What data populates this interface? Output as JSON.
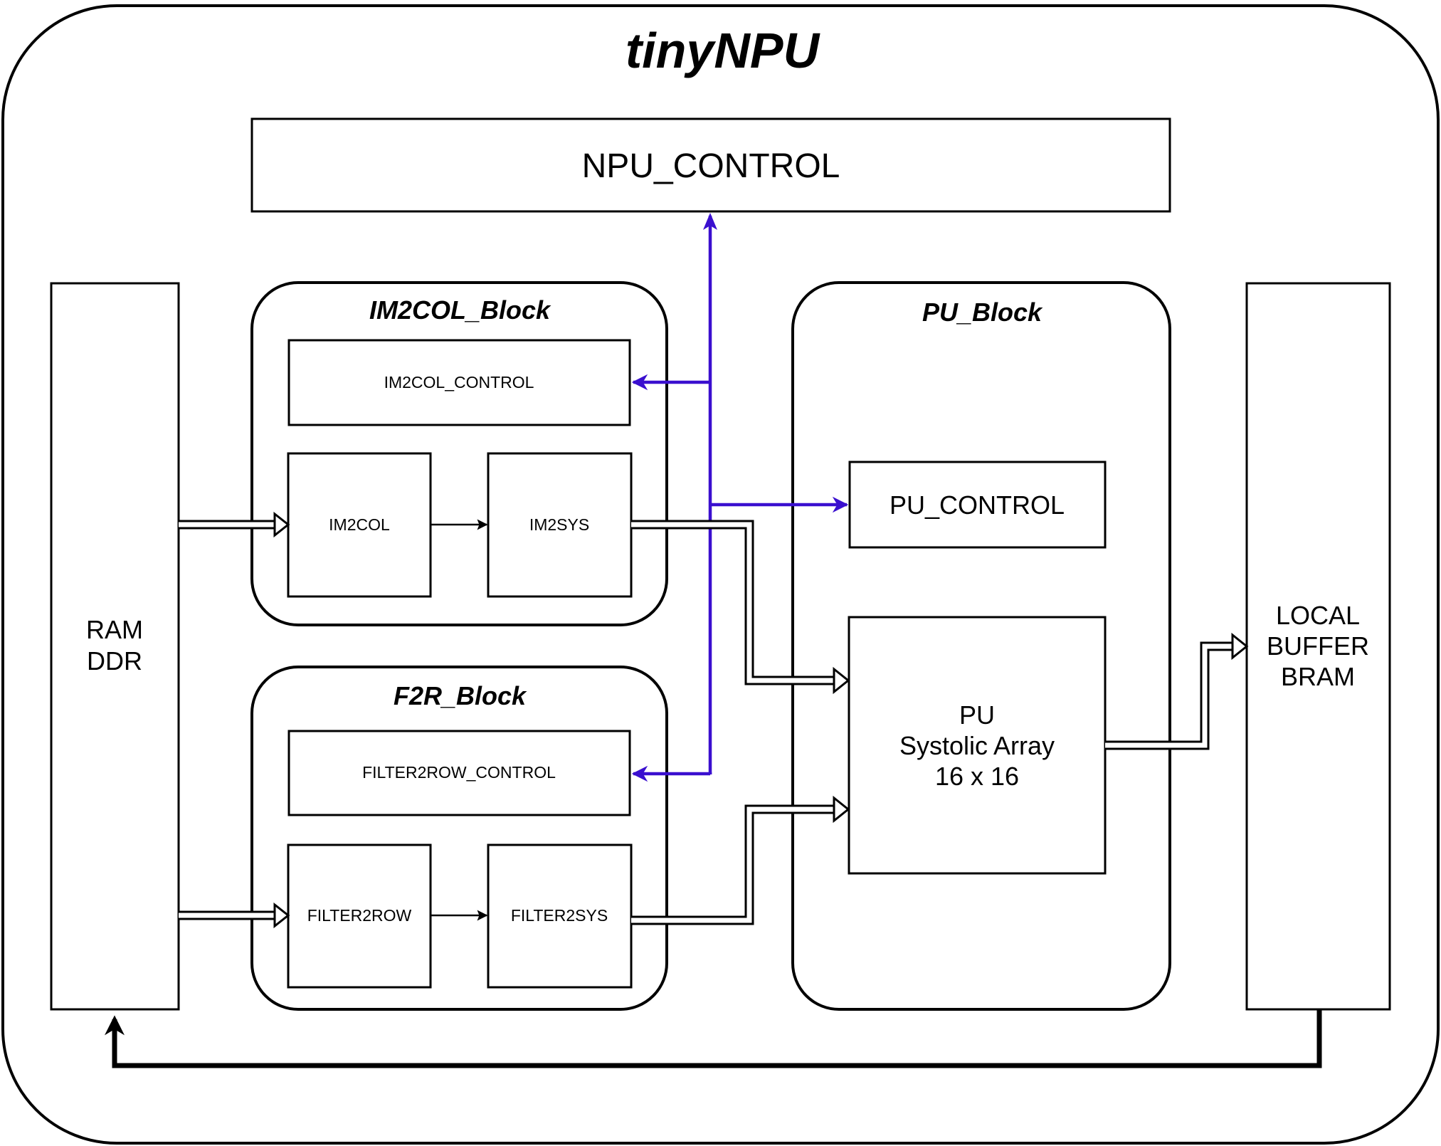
{
  "title": "tinyNPU",
  "colors": {
    "control_bus": "#3a0fcf",
    "stroke": "#000000",
    "background": "#ffffff"
  },
  "blocks": {
    "npu_control": "NPU_CONTROL",
    "ram": {
      "line1": "RAM",
      "line2": "DDR"
    },
    "im2col_block": {
      "title": "IM2COL_Block",
      "control": "IM2COL_CONTROL",
      "im2col": "IM2COL",
      "im2sys": "IM2SYS"
    },
    "f2r_block": {
      "title": "F2R_Block",
      "control": "FILTER2ROW_CONTROL",
      "filter2row": "FILTER2ROW",
      "filter2sys": "FILTER2SYS"
    },
    "pu_block": {
      "title": "PU_Block",
      "control": "PU_CONTROL",
      "array": {
        "line1": "PU",
        "line2": "Systolic Array",
        "line3": "16 x 16"
      }
    },
    "local_buffer": {
      "line1": "LOCAL",
      "line2": "BUFFER",
      "line3": "BRAM"
    }
  }
}
